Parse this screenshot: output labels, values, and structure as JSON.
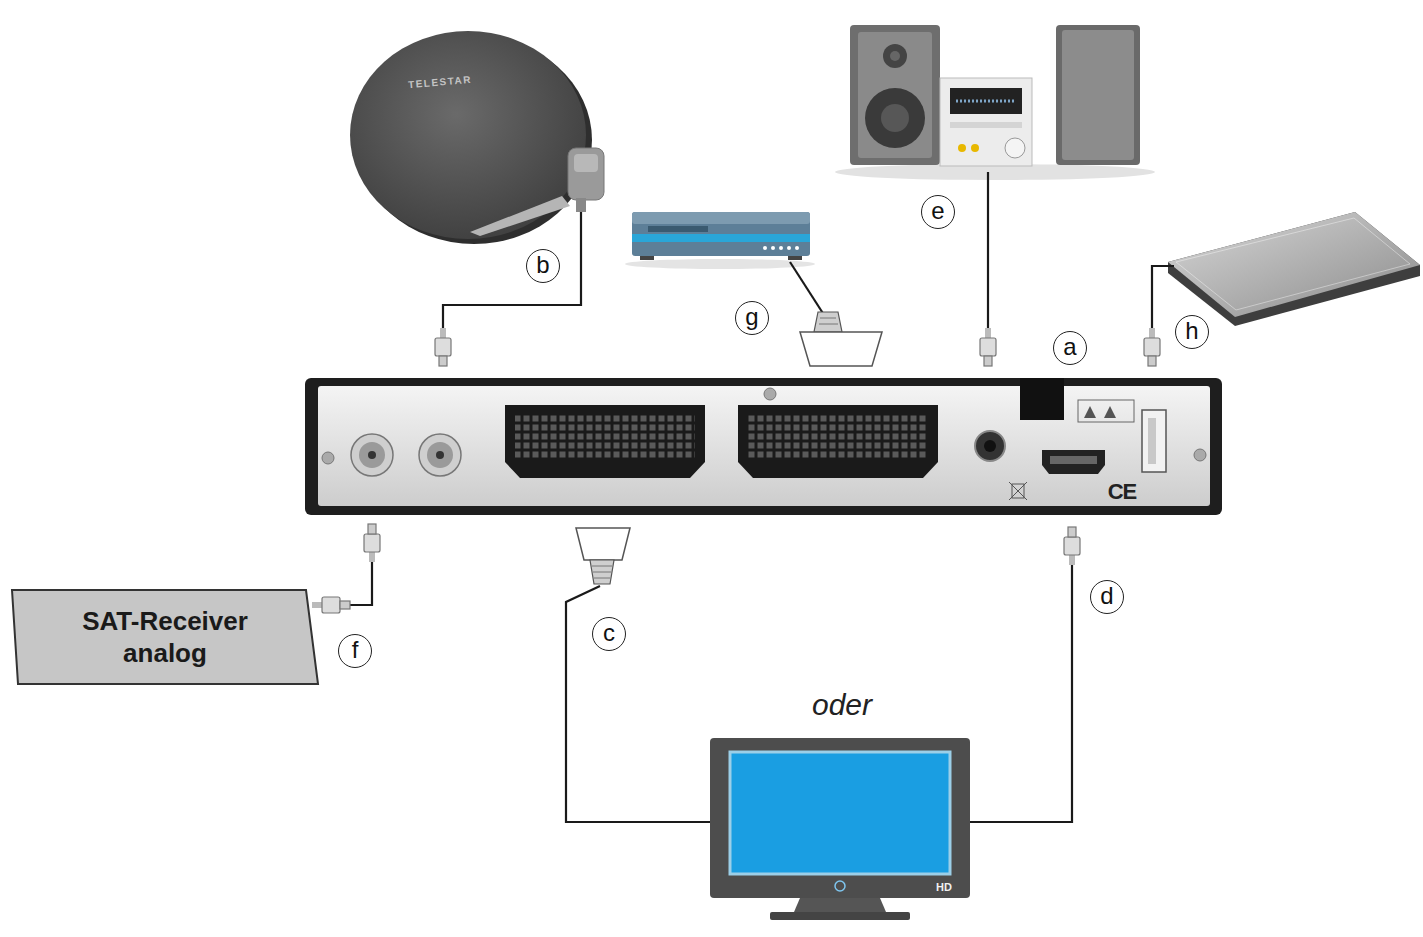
{
  "diagram": {
    "nodes": [
      {
        "text": [
          "SAT-Receiver analog"
        ]
      }
    ],
    "labels": [
      "TELESTAR",
      "e",
      "b",
      "g",
      "h",
      "a",
      "CE",
      "d",
      "c",
      "f",
      "oder",
      "HD"
    ]
  }
}
